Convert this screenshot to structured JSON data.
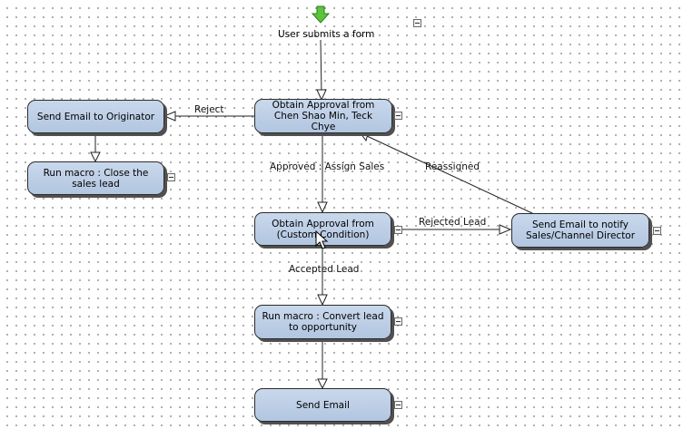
{
  "start": {
    "label": "User submits a form",
    "icon": "green-down-arrow-icon"
  },
  "nodes": {
    "obtain_chen": "Obtain Approval from Chen Shao Min, Teck Chye",
    "send_originator": "Send Email to Originator",
    "run_close": "Run macro : Close the sales lead",
    "obtain_custom": "Obtain Approval from (Custom Condition)",
    "send_notify": "Send Email to notify Sales/Channel Director",
    "run_convert": "Run macro : Convert lead to opportunity",
    "send_email": "Send Email"
  },
  "edges": {
    "reject": "Reject",
    "approved": "Approved : Assign Sales",
    "reassigned": "Reassigned",
    "rejected_lead": "Rejected Lead",
    "accepted_lead": "Accepted Lead"
  },
  "colors": {
    "node_fill": "#c1d2e8",
    "start_arrow": "#5cc43a"
  }
}
